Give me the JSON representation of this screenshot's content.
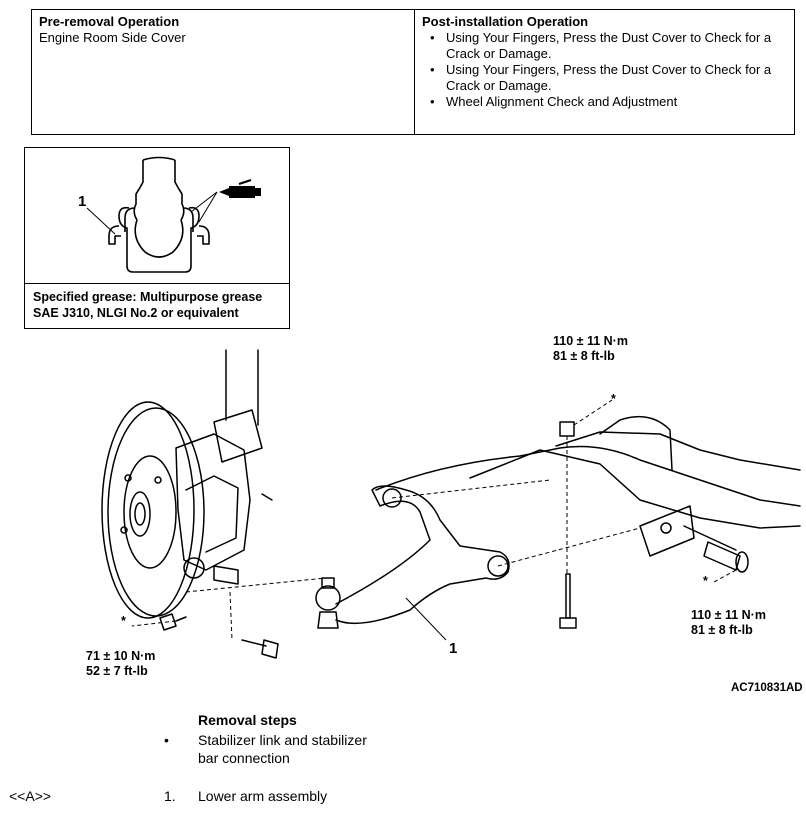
{
  "operation_table": {
    "pre_removal": {
      "heading": "Pre-removal Operation",
      "items": [
        "Engine Room Side Cover"
      ]
    },
    "post_installation": {
      "heading": "Post-installation Operation",
      "items": [
        "Using Your Fingers, Press the Dust Cover to Check for a Crack or Damage.",
        "Using Your Fingers, Press the Dust Cover to Check for a Crack or Damage.",
        "Wheel Alignment Check and Adjustment"
      ]
    }
  },
  "grease_detail": {
    "callout": "1",
    "note_line1": "Specified grease: Multipurpose grease",
    "note_line2": "SAE J310, NLGI No.2 or equivalent"
  },
  "diagram": {
    "torque_top": {
      "line1": "110 ± 11 N·m",
      "line2": "81 ± 8 ft-lb"
    },
    "torque_right": {
      "line1": "110 ± 11 N·m",
      "line2": "81 ± 8 ft-lb"
    },
    "torque_left": {
      "line1": "71 ± 10 N·m",
      "line2": "52 ± 7 ft-lb"
    },
    "asterisk": "*",
    "part_callout": "1",
    "figure_code": "AC710831AD"
  },
  "removal_steps": {
    "title": "Removal steps",
    "steps": [
      {
        "marker": "•",
        "ref": "",
        "text_line1": "Stabilizer link and stabilizer",
        "text_line2": "bar connection"
      },
      {
        "marker": "1.",
        "ref": "<<A>>",
        "text_line1": "Lower arm assembly",
        "text_line2": ""
      }
    ]
  }
}
